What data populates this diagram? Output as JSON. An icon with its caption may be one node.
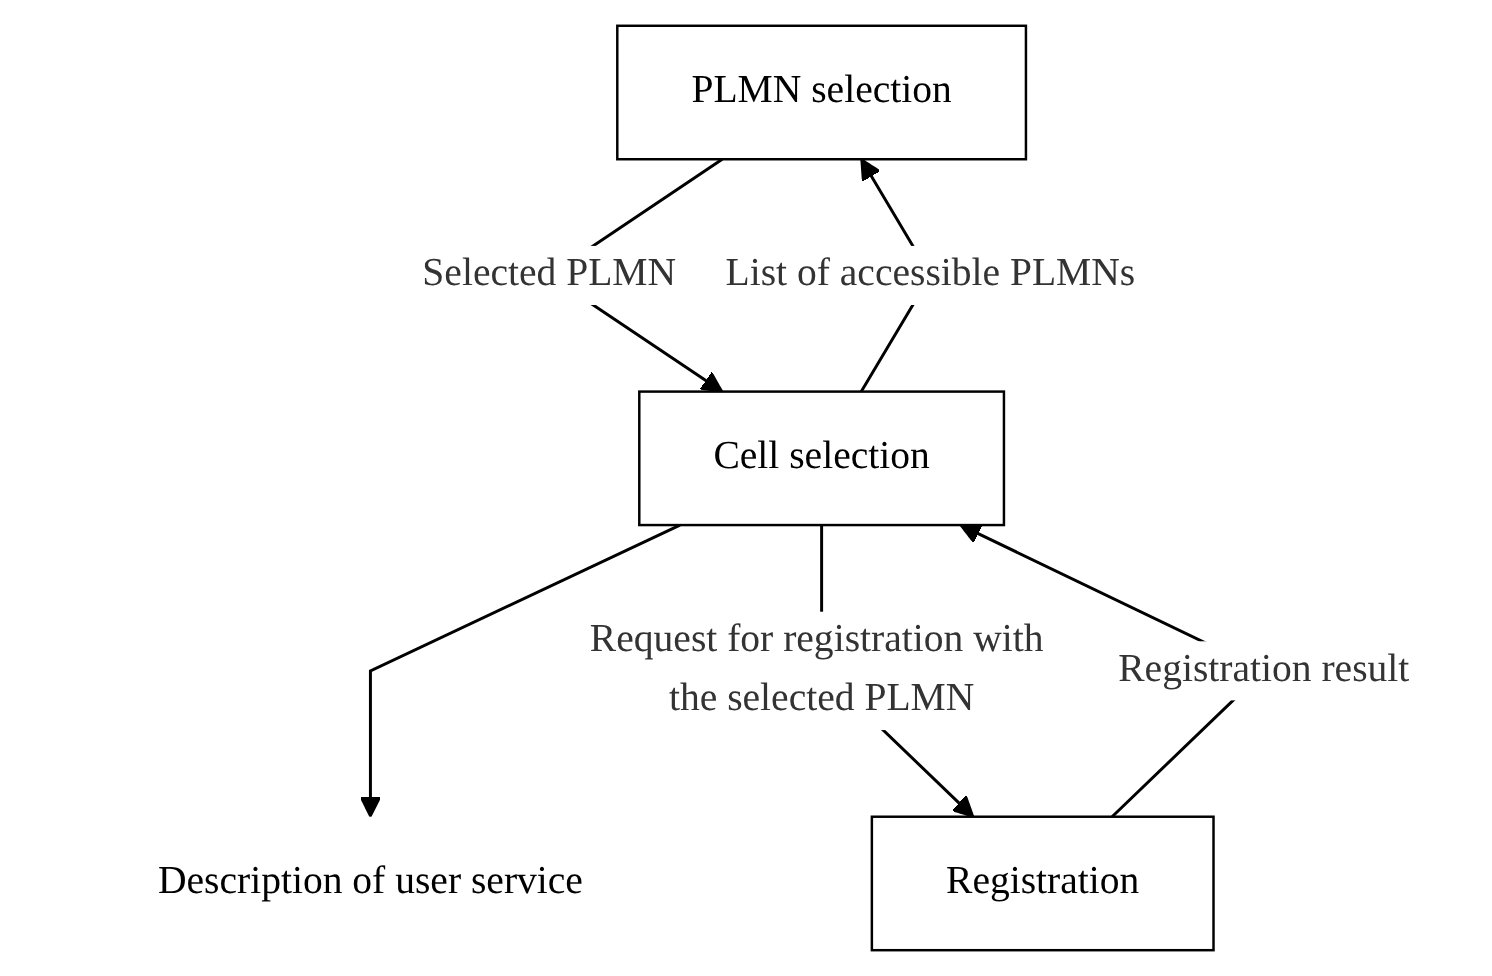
{
  "diagram": {
    "nodes": [
      {
        "text": [
          "PLMN selection"
        ]
      },
      {
        "text": [
          "Cell selection"
        ]
      },
      {
        "text": [
          "Registration"
        ]
      },
      {
        "text": [
          "Description of user service"
        ]
      }
    ],
    "edges": [
      {
        "from": 0,
        "to": 1,
        "arrow": "to",
        "label": "Selected PLMN"
      },
      {
        "from": 1,
        "to": 0,
        "arrow": "to",
        "label": "List of accessible PLMNs"
      },
      {
        "from": 1,
        "to": 3,
        "arrow": "to"
      },
      {
        "from": 2,
        "to": 1,
        "arrow": "to",
        "label": "Registration result"
      },
      {
        "from": 1,
        "to": 2,
        "arrow": "to",
        "label": "Request for registration with the selected PLMN"
      }
    ]
  }
}
